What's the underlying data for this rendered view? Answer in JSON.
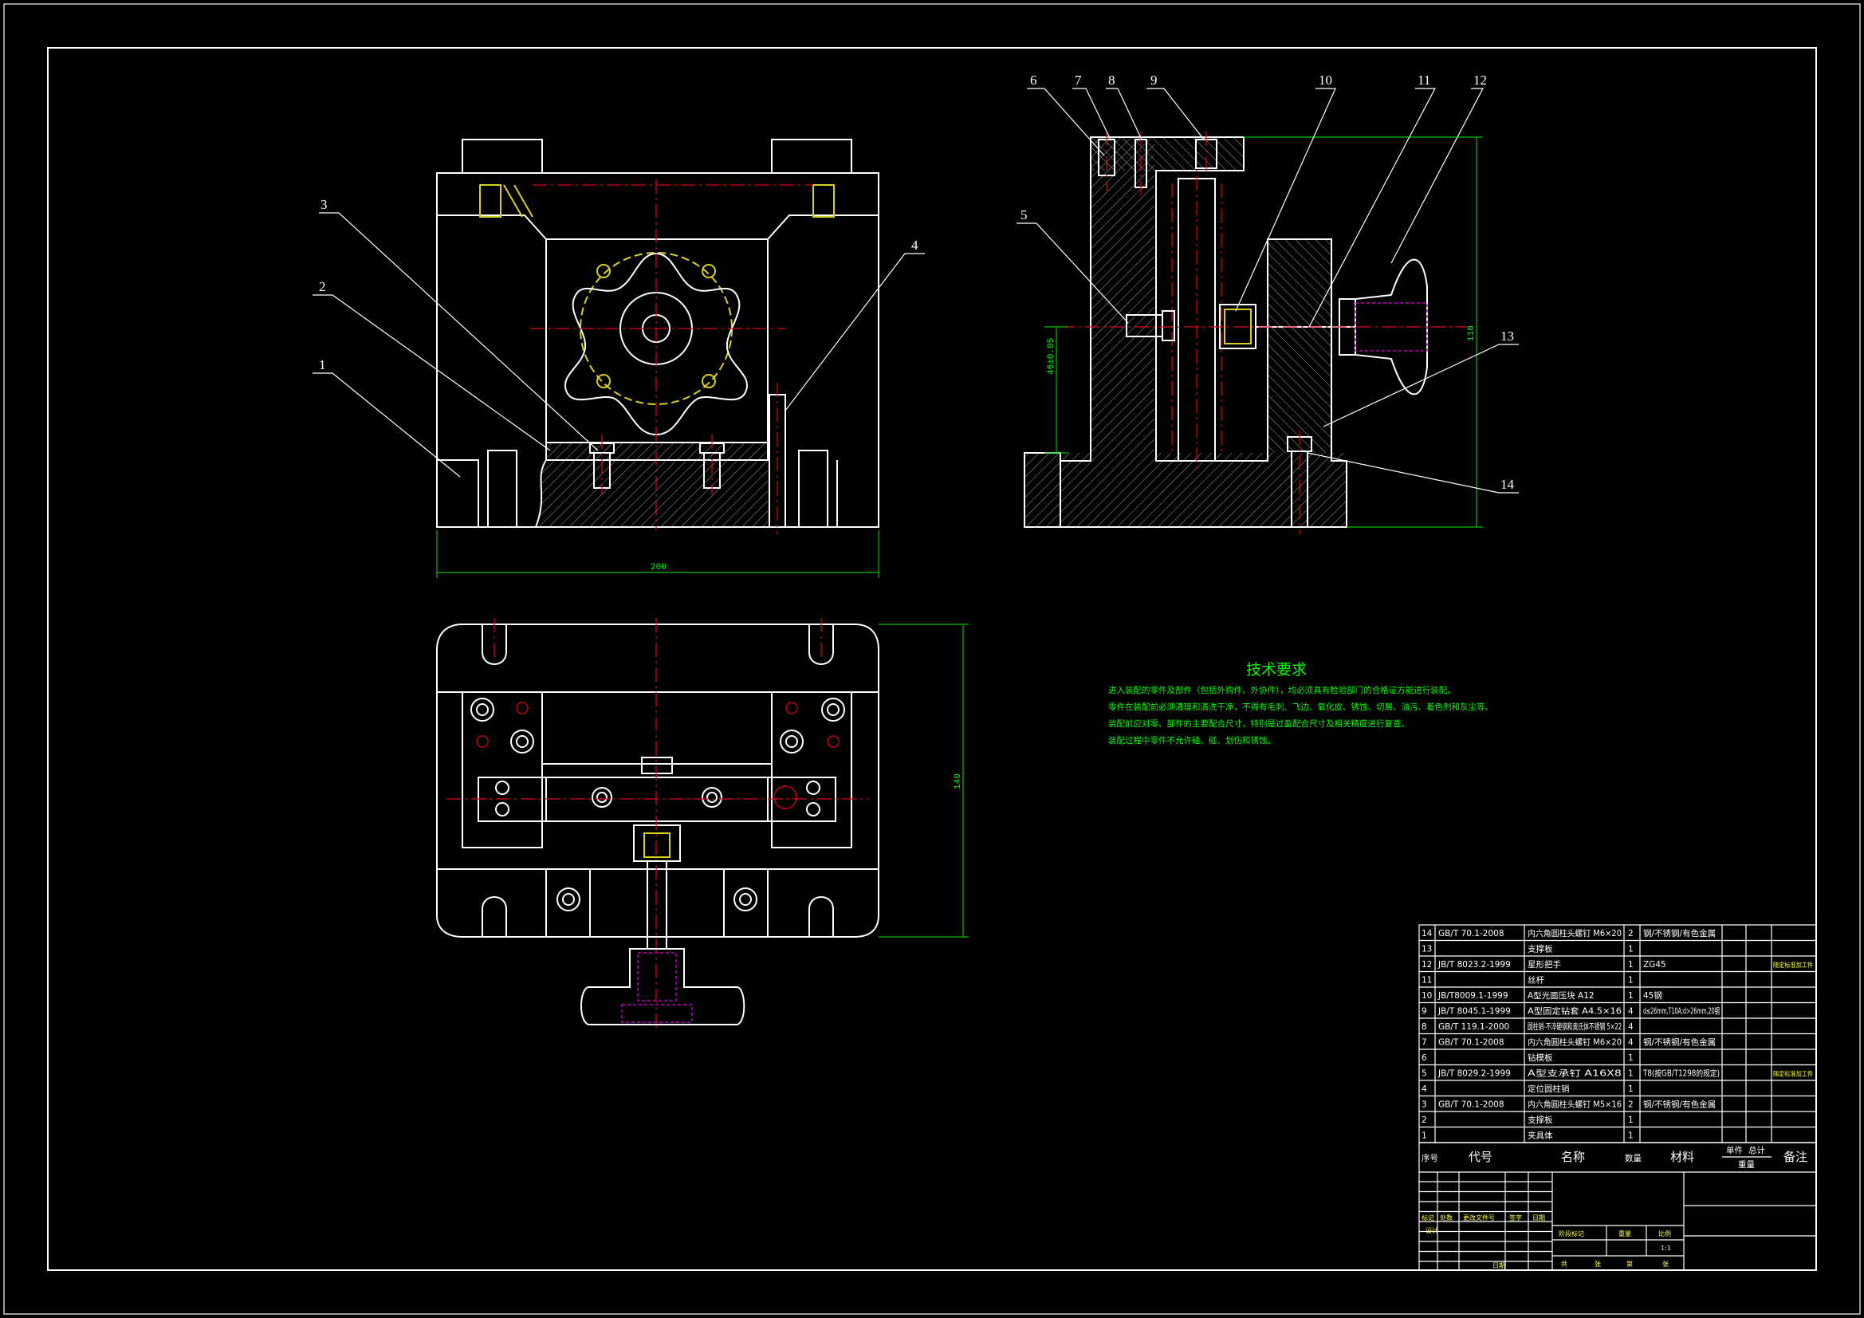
{
  "leaders": [
    "1",
    "2",
    "3",
    "4",
    "5",
    "6",
    "7",
    "8",
    "9",
    "10",
    "11",
    "12",
    "13",
    "14"
  ],
  "dimensions": {
    "front_width": "200",
    "top_height": "140",
    "side_height": "118",
    "side_small": "46±0.05"
  },
  "tech_requirements": {
    "title": "技术要求",
    "lines": [
      "进入装配的零件及部件（包括外购件、外协件），均必须具有检验部门的合格证方能进行装配。",
      "零件在装配前必须清理和清洗干净，不得有毛刺、飞边、氧化皮、锈蚀、切屑、油污、着色剂和灰尘等。",
      "装配前应对零、部件的主要配合尺寸，特别是过盈配合尺寸及相关精度进行复查。",
      "装配过程中零件不允许磕、碰、划伤和锈蚀。"
    ]
  },
  "bom": {
    "headers": {
      "seq": "序号",
      "code": "代号",
      "name": "名称",
      "qty": "数量",
      "material": "材料",
      "unit": "单件",
      "total": "总计",
      "weight": "重量",
      "remark": "备注"
    },
    "rows": [
      {
        "seq": "14",
        "code": "GB/T 70.1-2008",
        "name": "内六角圆柱头螺钉 M6×20",
        "qty": "2",
        "material": "钢/不锈钢/有色金属",
        "remark": ""
      },
      {
        "seq": "13",
        "code": "",
        "name": "支撑板",
        "qty": "1",
        "material": "",
        "remark": ""
      },
      {
        "seq": "12",
        "code": "JB/T 8023.2-1999",
        "name": "星形把手",
        "qty": "1",
        "material": "ZG45",
        "remark": "随定标准加工件"
      },
      {
        "seq": "11",
        "code": "",
        "name": "丝杆",
        "qty": "1",
        "material": "",
        "remark": ""
      },
      {
        "seq": "10",
        "code": "JB/T8009.1-1999",
        "name": "A型光面压块 A12",
        "qty": "1",
        "material": "45钢",
        "remark": ""
      },
      {
        "seq": "9",
        "code": "JB/T 8045.1-1999",
        "name": "A型固定钻套 A4.5×16",
        "qty": "4",
        "material": "d≤26mm,T10A;d>26mm,20钢",
        "remark": ""
      },
      {
        "seq": "8",
        "code": "GB/T 119.1-2000",
        "name": "圆柱销-不淬硬钢和奥氏体不锈钢 5×22",
        "qty": "4",
        "material": "",
        "remark": ""
      },
      {
        "seq": "7",
        "code": "GB/T 70.1-2008",
        "name": "内六角圆柱头螺钉 M6×20",
        "qty": "4",
        "material": "钢/不锈钢/有色金属",
        "remark": ""
      },
      {
        "seq": "6",
        "code": "",
        "name": "钻模板",
        "qty": "1",
        "material": "",
        "remark": ""
      },
      {
        "seq": "5",
        "code": "JB/T 8029.2-1999",
        "name": "A型支承钉 A16X8",
        "qty": "1",
        "material": "T8(按GB/T1298的规定)",
        "remark": "随定标准加工件"
      },
      {
        "seq": "4",
        "code": "",
        "name": "定位圆柱销",
        "qty": "1",
        "material": "",
        "remark": ""
      },
      {
        "seq": "3",
        "code": "GB/T 70.1-2008",
        "name": "内六角圆柱头螺钉 M5×16",
        "qty": "2",
        "material": "钢/不锈钢/有色金属",
        "remark": ""
      },
      {
        "seq": "2",
        "code": "",
        "name": "支撑板",
        "qty": "1",
        "material": "",
        "remark": ""
      },
      {
        "seq": "1",
        "code": "",
        "name": "夹具体",
        "qty": "1",
        "material": "",
        "remark": ""
      }
    ]
  },
  "title_block": {
    "rev_headers": [
      "标记",
      "处数",
      "更改文件号",
      "签字",
      "日期"
    ],
    "design_label": "设计",
    "date_label": "日期",
    "stage_headers": [
      "阶段标记",
      "重量",
      "比例"
    ],
    "scale": "1:1",
    "sheet_labels": [
      "共",
      "张",
      "第",
      "张"
    ]
  }
}
